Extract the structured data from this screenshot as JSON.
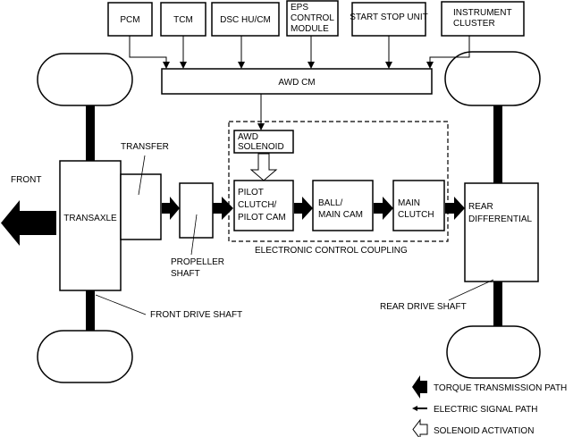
{
  "modules": {
    "pcm": [
      "PCM"
    ],
    "tcm": [
      "TCM"
    ],
    "dsc": [
      "DSC HU/CM"
    ],
    "eps": [
      "EPS",
      "CONTROL",
      "MODULE"
    ],
    "ssu": [
      "START STOP UNIT"
    ],
    "ic": [
      "INSTRUMENT",
      "CLUSTER"
    ]
  },
  "awd_cm": "AWD CM",
  "awd_solenoid": [
    "AWD",
    "SOLENOID"
  ],
  "pilot_clutch": [
    "PILOT",
    "CLUTCH/",
    "PILOT CAM"
  ],
  "ball_cam": [
    "BALL/",
    "MAIN CAM"
  ],
  "main_clutch": [
    "MAIN",
    "CLUTCH"
  ],
  "rear_diff": [
    "REAR",
    "DIFFERENTIAL"
  ],
  "transaxle": "TRANSAXLE",
  "transfer": "TRANSFER",
  "front": "FRONT",
  "propeller": [
    "PROPELLER",
    "SHAFT"
  ],
  "ecc": "ELECTRONIC CONTROL COUPLING",
  "front_drive_shaft": "FRONT DRIVE SHAFT",
  "rear_drive_shaft": "REAR DRIVE SHAFT",
  "legend": {
    "torque": "TORQUE TRANSMISSION PATH",
    "electric": "ELECTRIC SIGNAL PATH",
    "solenoid": "SOLENOID ACTIVATION"
  }
}
